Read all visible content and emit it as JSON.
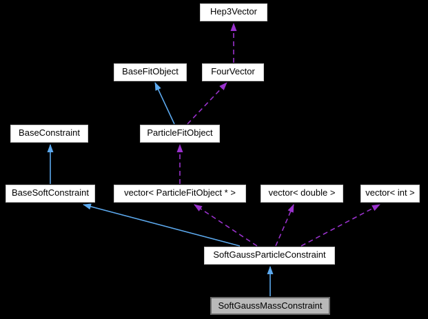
{
  "diagram": {
    "type": "class-collaboration-graph",
    "colors": {
      "background": "#000000",
      "node_fill": "#ffffff",
      "node_border": "#c8c8c8",
      "current_node_fill": "#b9b9b9",
      "current_node_border": "#686868",
      "text": "#000000",
      "inheritance_arrow": "#5ca9ee",
      "usage_arrow": "#9a32cd"
    },
    "nodes": [
      {
        "label": "Hep3Vector",
        "current": false
      },
      {
        "label": "BaseFitObject",
        "current": false
      },
      {
        "label": "FourVector",
        "current": false
      },
      {
        "label": "BaseConstraint",
        "current": false
      },
      {
        "label": "ParticleFitObject",
        "current": false
      },
      {
        "label": "BaseSoftConstraint",
        "current": false
      },
      {
        "label": "vector< ParticleFitObject * >",
        "current": false
      },
      {
        "label": "vector< double >",
        "current": false
      },
      {
        "label": "vector< int >",
        "current": false
      },
      {
        "label": "SoftGaussParticleConstraint",
        "current": false
      },
      {
        "label": "SoftGaussMassConstraint",
        "current": true
      }
    ],
    "edges": [
      {
        "from": "FourVector",
        "to": "Hep3Vector",
        "relation": "usage"
      },
      {
        "from": "ParticleFitObject",
        "to": "BaseFitObject",
        "relation": "inheritance"
      },
      {
        "from": "ParticleFitObject",
        "to": "FourVector",
        "relation": "usage"
      },
      {
        "from": "BaseSoftConstraint",
        "to": "BaseConstraint",
        "relation": "inheritance"
      },
      {
        "from": "vector< ParticleFitObject * >",
        "to": "ParticleFitObject",
        "relation": "usage"
      },
      {
        "from": "SoftGaussParticleConstraint",
        "to": "BaseSoftConstraint",
        "relation": "inheritance"
      },
      {
        "from": "SoftGaussParticleConstraint",
        "to": "vector< ParticleFitObject * >",
        "relation": "usage"
      },
      {
        "from": "SoftGaussParticleConstraint",
        "to": "vector< double >",
        "relation": "usage"
      },
      {
        "from": "SoftGaussParticleConstraint",
        "to": "vector< int >",
        "relation": "usage"
      },
      {
        "from": "SoftGaussMassConstraint",
        "to": "SoftGaussParticleConstraint",
        "relation": "inheritance"
      }
    ]
  }
}
